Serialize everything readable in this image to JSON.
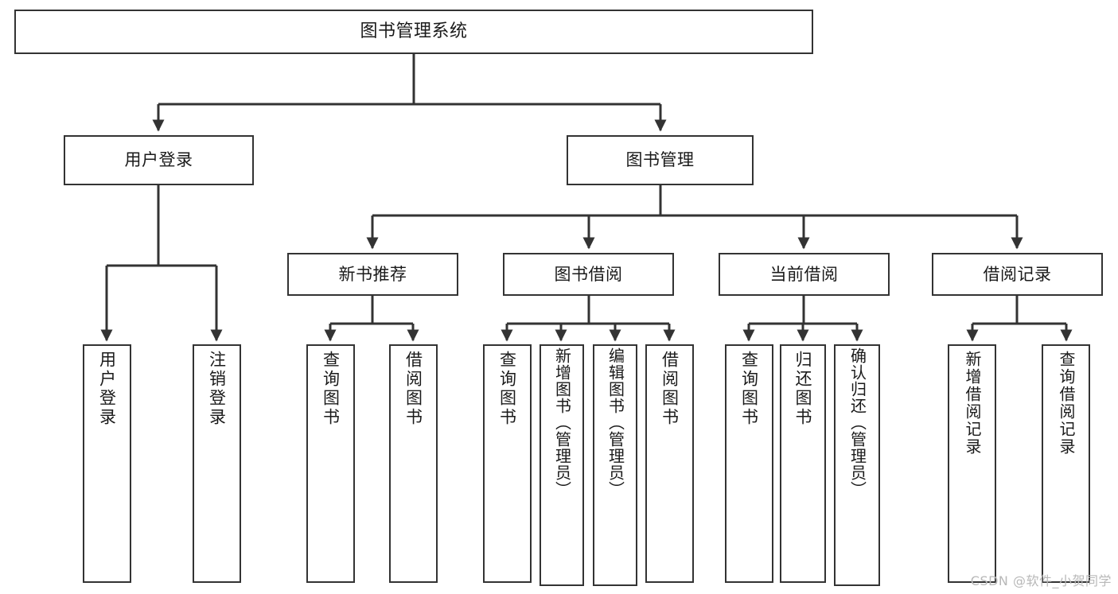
{
  "diagram": {
    "title": "图书管理系统",
    "type": "tree-hierarchy-chart",
    "watermark": "CSDN @软件_小贺同学",
    "colors": {
      "border": "#333333",
      "background": "#ffffff",
      "text": "#1a1a1a",
      "watermark": "#b8b8b8"
    }
  },
  "root": {
    "label": "图书管理系统"
  },
  "level1": [
    {
      "label": "用户登录"
    },
    {
      "label": "图书管理"
    }
  ],
  "level2": [
    {
      "label": "新书推荐"
    },
    {
      "label": "图书借阅"
    },
    {
      "label": "当前借阅"
    },
    {
      "label": "借阅记录"
    }
  ],
  "leaves": {
    "user_login": [
      {
        "label": "用户登录"
      },
      {
        "label": "注销登录"
      }
    ],
    "new_book_recommend": [
      {
        "label": "查询图书"
      },
      {
        "label": "借阅图书"
      }
    ],
    "book_borrow": [
      {
        "label": "查询图书"
      },
      {
        "label": "新增图书（管理员）"
      },
      {
        "label": "编辑图书（管理员）"
      },
      {
        "label": "借阅图书"
      }
    ],
    "current_borrow": [
      {
        "label": "查询图书"
      },
      {
        "label": "归还图书"
      },
      {
        "label": "确认归还（管理员）"
      }
    ],
    "borrow_record": [
      {
        "label": "新增借阅记录"
      },
      {
        "label": "查询借阅记录"
      }
    ]
  }
}
